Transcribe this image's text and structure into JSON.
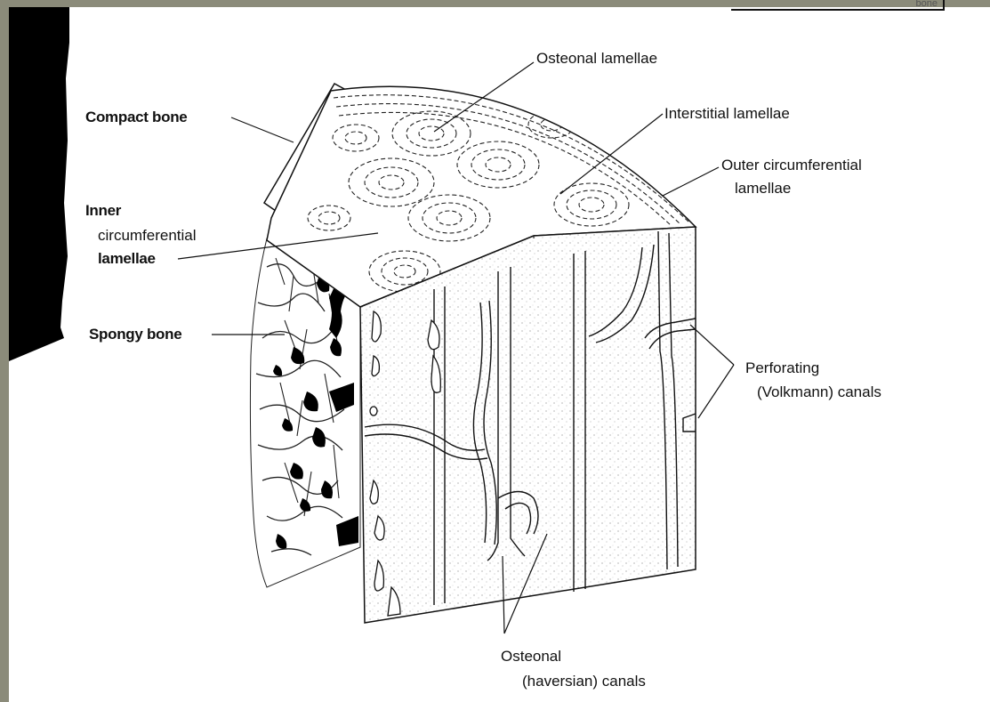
{
  "labels": {
    "osteonal_lamellae": "Osteonal lamellae",
    "interstitial_lamellae": "Interstitial lamellae",
    "outer_circ_1": "Outer circumferential",
    "outer_circ_2": "lamellae",
    "compact_bone": "Compact bone",
    "inner_circ_1": "Inner",
    "inner_circ_2": "circumferential",
    "inner_circ_3": "lamellae",
    "spongy_bone": "Spongy bone",
    "perforating_1": "Perforating",
    "perforating_2": "(Volkmann) canals",
    "haversian_1": "Osteonal",
    "haversian_2": "(haversian) canals"
  },
  "corner_text": "bone"
}
